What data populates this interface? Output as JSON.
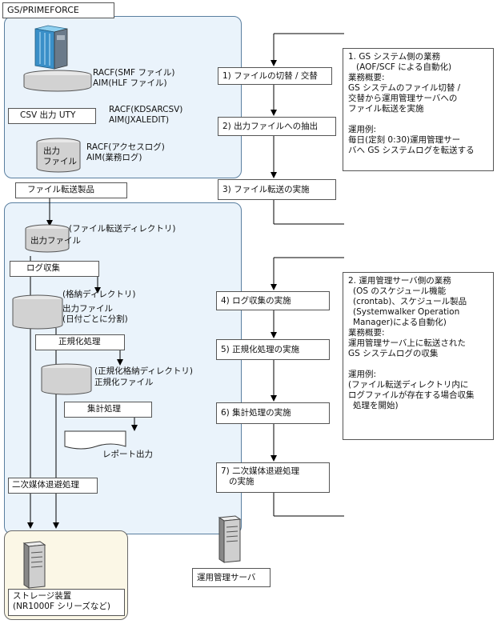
{
  "mainframe": {
    "title": "GS/PRIMEFORCE",
    "db_top_label": [
      "RACF(SMF ファイル)",
      "AIM(HLF ファイル)"
    ],
    "csv_box": "CSV 出力 UTY",
    "csv_label": [
      "RACF(KDSARCSV)",
      "AIM(JXALEDIT)"
    ],
    "output_cyl": [
      "出力",
      "ファイル"
    ],
    "output_label": [
      "RACF(アクセスログ)",
      "AIM(業務ログ)"
    ]
  },
  "transfer_product": "ファイル転送製品",
  "server": {
    "transfer_dir": "(ファイル転送ディレクトリ)",
    "transfer_file": "出力ファイル",
    "log_collect": "ログ収集",
    "storage_dir": "(格納ディレクトリ)",
    "storage_file": [
      "出力ファイル",
      "(日付ごとに分割)"
    ],
    "normalize": "正規化処理",
    "norm_dir": "(正規化格納ディレクトリ)",
    "norm_file": "正規化ファイル",
    "aggregate": "集計処理",
    "report": "レポート出力",
    "secondary": "二次媒体退避処理"
  },
  "steps": [
    "1) ファイルの切替 / 交替",
    "2) 出力ファイルへの抽出",
    "3) ファイル転送の実施",
    "4) ログ収集の実施",
    "5) 正規化処理の実施",
    "6) 集計処理の実施",
    "7) 二次媒体退避処理",
    "の実施"
  ],
  "note1": [
    "1. GS システム側の業務",
    "(AOF/SCF による自動化)",
    "業務概要:",
    "GS システムのファイル切替 /",
    "交替から運用管理サーバへの",
    "ファイル転送を実施",
    "",
    "運用例:",
    "毎日(定刻 0:30)運用管理サー",
    "バへ GS システムログを転送する"
  ],
  "note2": [
    "2. 運用管理サーバ側の業務",
    "(OS のスケジュール機能",
    "(crontab)、スケジュール製品",
    "(Systemwalker Operation",
    "Manager)による自動化)",
    "業務概要:",
    "運用管理サーバ上に転送された",
    "GS システムログの収集",
    "",
    "運用例:",
    "(ファイル転送ディレクトリ内に",
    "ログファイルが存在する場合収集",
    "処理を開始)"
  ],
  "server_label": "運用管理サーバ",
  "storage": [
    "ストレージ装置",
    "(NR1000F シリーズなど)"
  ],
  "colors": {
    "blue_region": "#eaf3fb",
    "cream_region": "#fbf7e6",
    "mainframe_blue": "#3a8fc8"
  }
}
